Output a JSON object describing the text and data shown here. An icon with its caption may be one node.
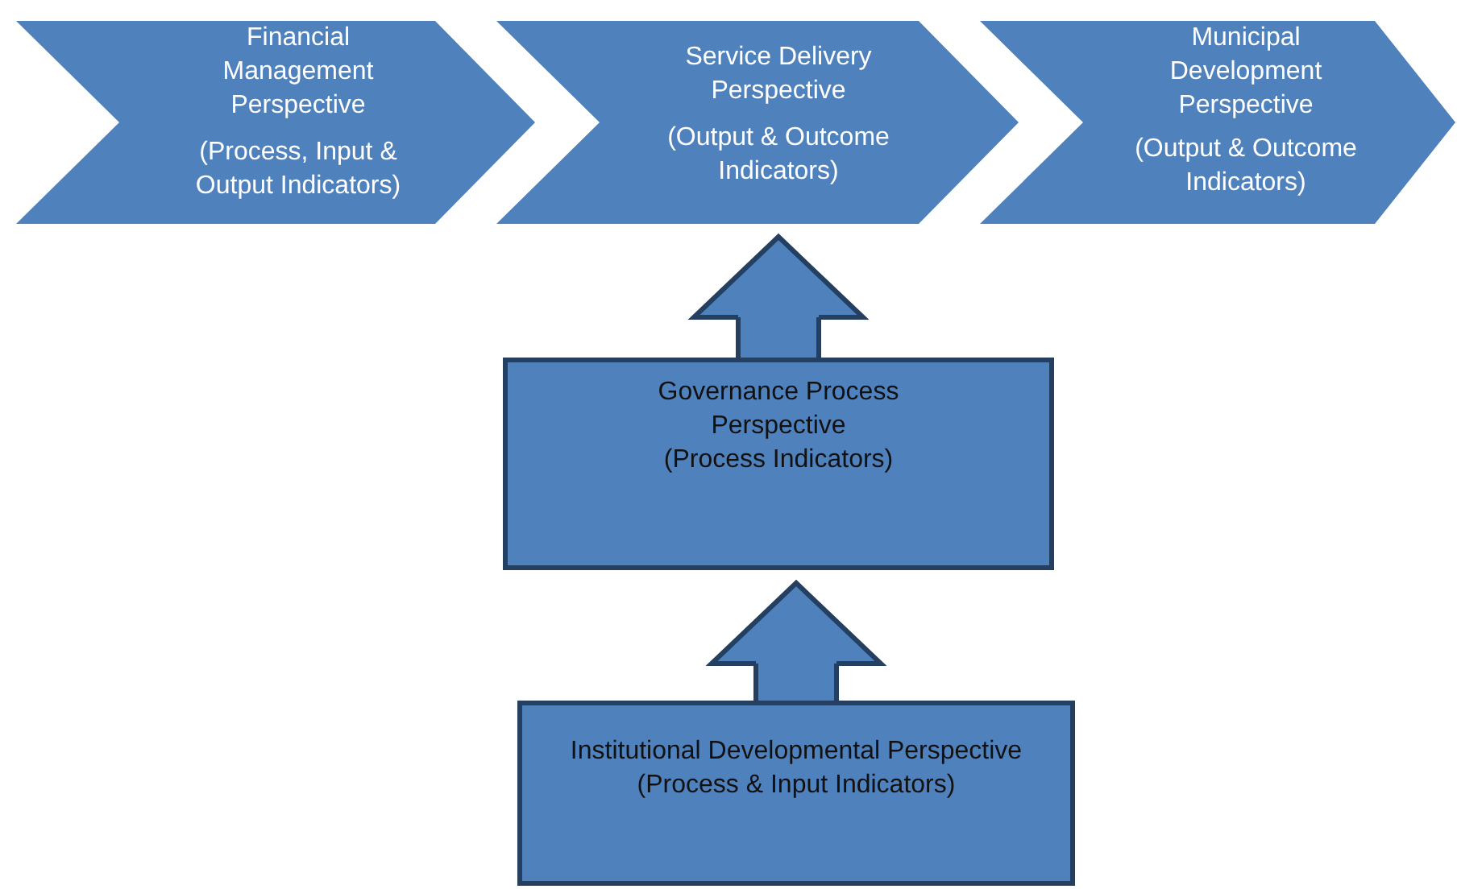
{
  "diagram": {
    "nodes": [
      {
        "text": [
          "Financial Management Perspective",
          "(Process, Input & Output Indicators)"
        ]
      },
      {
        "text": [
          "Service Delivery Perspective",
          "(Output & Outcome Indicators)"
        ]
      },
      {
        "text": [
          "Municipal Development Perspective",
          "(Output & Outcome Indicators)"
        ]
      },
      {
        "text": [
          "Governance Process Perspective",
          "(Process Indicators)"
        ]
      },
      {
        "text": [
          "Institutional Developmental Perspective",
          "(Process & Input Indicators)"
        ]
      }
    ],
    "edges": [
      {
        "from": 3,
        "to": 1,
        "arrow": "to"
      },
      {
        "from": 4,
        "to": 3,
        "arrow": "to"
      }
    ]
  }
}
